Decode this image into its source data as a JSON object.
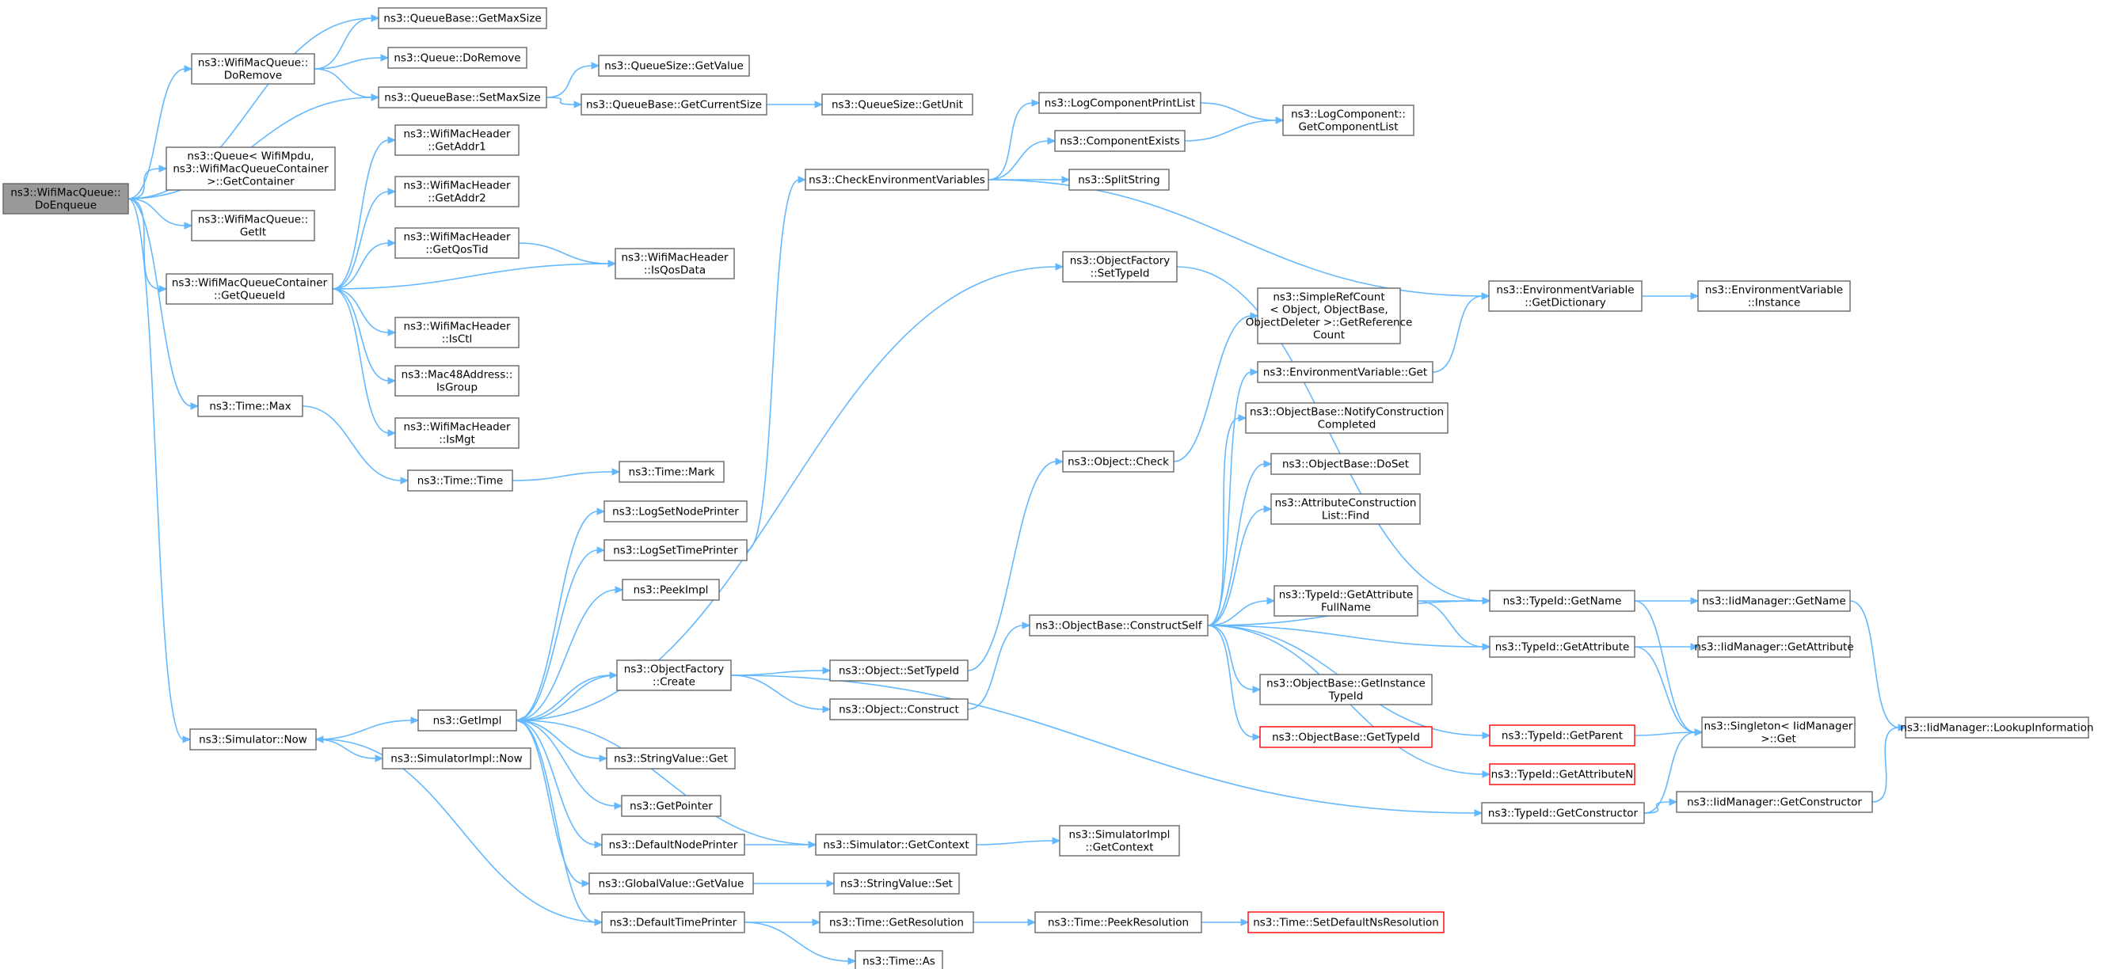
{
  "nodes": [
    {
      "id": "root",
      "lines": [
        "ns3::WifiMacQueue::",
        "DoEnqueue"
      ],
      "style": "root"
    },
    {
      "id": "qb_getmaxsize",
      "lines": [
        "ns3::QueueBase::GetMaxSize"
      ]
    },
    {
      "id": "wmq_doremove",
      "lines": [
        "ns3::WifiMacQueue::",
        "DoRemove"
      ]
    },
    {
      "id": "q_doremove",
      "lines": [
        "ns3::Queue::DoRemove"
      ]
    },
    {
      "id": "qs_getvalue",
      "lines": [
        "ns3::QueueSize::GetValue"
      ]
    },
    {
      "id": "qb_setmaxsize",
      "lines": [
        "ns3::QueueBase::SetMaxSize"
      ]
    },
    {
      "id": "qb_getcurrentsize",
      "lines": [
        "ns3::QueueBase::GetCurrentSize"
      ]
    },
    {
      "id": "qs_getunit",
      "lines": [
        "ns3::QueueSize::GetUnit"
      ]
    },
    {
      "id": "lc_printlist",
      "lines": [
        "ns3::LogComponentPrintList"
      ]
    },
    {
      "id": "lc_getlist",
      "lines": [
        "ns3::LogComponent::",
        "GetComponentList"
      ]
    },
    {
      "id": "compexists",
      "lines": [
        "ns3::ComponentExists"
      ]
    },
    {
      "id": "checkenv",
      "lines": [
        "ns3::CheckEnvironmentVariables"
      ]
    },
    {
      "id": "splitstring",
      "lines": [
        "ns3::SplitString"
      ]
    },
    {
      "id": "wmh_getaddr1",
      "lines": [
        "ns3::WifiMacHeader",
        "::GetAddr1"
      ]
    },
    {
      "id": "q_getcontainer",
      "lines": [
        "ns3::Queue< WifiMpdu,",
        "ns3::WifiMacQueueContainer",
        ">::GetContainer"
      ]
    },
    {
      "id": "wmh_getaddr2",
      "lines": [
        "ns3::WifiMacHeader",
        "::GetAddr2"
      ]
    },
    {
      "id": "wmq_getit",
      "lines": [
        "ns3::WifiMacQueue::",
        "GetIt"
      ]
    },
    {
      "id": "wmh_getqostid",
      "lines": [
        "ns3::WifiMacHeader",
        "::GetQosTid"
      ]
    },
    {
      "id": "wmh_isqosdata",
      "lines": [
        "ns3::WifiMacHeader",
        "::IsQosData"
      ]
    },
    {
      "id": "of_settypeid",
      "lines": [
        "ns3::ObjectFactory",
        "::SetTypeId"
      ]
    },
    {
      "id": "ev_getdict",
      "lines": [
        "ns3::EnvironmentVariable",
        "::GetDictionary"
      ]
    },
    {
      "id": "ev_instance",
      "lines": [
        "ns3::EnvironmentVariable",
        "::Instance"
      ]
    },
    {
      "id": "wmqc_getqueueid",
      "lines": [
        "ns3::WifiMacQueueContainer",
        "::GetQueueId"
      ]
    },
    {
      "id": "srf_getrefcount",
      "lines": [
        "ns3::SimpleRefCount",
        "< Object, ObjectBase,",
        "ObjectDeleter >::GetReference",
        "Count"
      ]
    },
    {
      "id": "wmh_isctl",
      "lines": [
        "ns3::WifiMacHeader",
        "::IsCtl"
      ]
    },
    {
      "id": "ev_get",
      "lines": [
        "ns3::EnvironmentVariable::Get"
      ]
    },
    {
      "id": "mac48_isgroup",
      "lines": [
        "ns3::Mac48Address::",
        "IsGroup"
      ]
    },
    {
      "id": "time_max",
      "lines": [
        "ns3::Time::Max"
      ]
    },
    {
      "id": "ob_notify",
      "lines": [
        "ns3::ObjectBase::NotifyConstruction",
        "Completed"
      ]
    },
    {
      "id": "wmh_ismgt",
      "lines": [
        "ns3::WifiMacHeader",
        "::IsMgt"
      ]
    },
    {
      "id": "obj_check",
      "lines": [
        "ns3::Object::Check"
      ]
    },
    {
      "id": "ob_doset",
      "lines": [
        "ns3::ObjectBase::DoSet"
      ]
    },
    {
      "id": "time_mark",
      "lines": [
        "ns3::Time::Mark"
      ]
    },
    {
      "id": "time_time",
      "lines": [
        "ns3::Time::Time"
      ]
    },
    {
      "id": "logsetnodeprinter",
      "lines": [
        "ns3::LogSetNodePrinter"
      ]
    },
    {
      "id": "acl_find",
      "lines": [
        "ns3::AttributeConstruction",
        "List::Find"
      ]
    },
    {
      "id": "logsettimeprinter",
      "lines": [
        "ns3::LogSetTimePrinter"
      ]
    },
    {
      "id": "peekimpl",
      "lines": [
        "ns3::PeekImpl"
      ]
    },
    {
      "id": "tid_getattrfullname",
      "lines": [
        "ns3::TypeId::GetAttribute",
        "FullName"
      ]
    },
    {
      "id": "tid_getname",
      "lines": [
        "ns3::TypeId::GetName"
      ]
    },
    {
      "id": "iid_getname",
      "lines": [
        "ns3::IidManager::GetName"
      ]
    },
    {
      "id": "ob_constructself",
      "lines": [
        "ns3::ObjectBase::ConstructSelf"
      ]
    },
    {
      "id": "tid_getattribute",
      "lines": [
        "ns3::TypeId::GetAttribute"
      ]
    },
    {
      "id": "iid_getattribute",
      "lines": [
        "ns3::IidManager::GetAttribute"
      ]
    },
    {
      "id": "of_create",
      "lines": [
        "ns3::ObjectFactory",
        "::Create"
      ]
    },
    {
      "id": "obj_settypeid",
      "lines": [
        "ns3::Object::SetTypeId"
      ]
    },
    {
      "id": "ob_getinstancetypeid",
      "lines": [
        "ns3::ObjectBase::GetInstance",
        "TypeId"
      ]
    },
    {
      "id": "obj_construct",
      "lines": [
        "ns3::Object::Construct"
      ]
    },
    {
      "id": "getimpl",
      "lines": [
        "ns3::GetImpl"
      ]
    },
    {
      "id": "singleton_get",
      "lines": [
        "ns3::Singleton< IidManager",
        ">::Get"
      ]
    },
    {
      "id": "iid_lookupinfo",
      "lines": [
        "ns3::IidManager::LookupInformation"
      ]
    },
    {
      "id": "tid_getparent",
      "lines": [
        "ns3::TypeId::GetParent"
      ],
      "style": "trunc"
    },
    {
      "id": "ob_gettypeid",
      "lines": [
        "ns3::ObjectBase::GetTypeId"
      ],
      "style": "trunc"
    },
    {
      "id": "sim_now",
      "lines": [
        "ns3::Simulator::Now"
      ]
    },
    {
      "id": "stringvalue_get",
      "lines": [
        "ns3::StringValue::Get"
      ]
    },
    {
      "id": "simimpl_now",
      "lines": [
        "ns3::SimulatorImpl::Now"
      ]
    },
    {
      "id": "tid_getattributen",
      "lines": [
        "ns3::TypeId::GetAttributeN"
      ],
      "style": "trunc"
    },
    {
      "id": "getpointer",
      "lines": [
        "ns3::GetPointer"
      ]
    },
    {
      "id": "iid_getconstructor",
      "lines": [
        "ns3::IidManager::GetConstructor"
      ]
    },
    {
      "id": "tid_getconstructor",
      "lines": [
        "ns3::TypeId::GetConstructor"
      ]
    },
    {
      "id": "defaultnodeprinter",
      "lines": [
        "ns3::DefaultNodePrinter"
      ]
    },
    {
      "id": "sim_getcontext",
      "lines": [
        "ns3::Simulator::GetContext"
      ]
    },
    {
      "id": "simimpl_getcontext",
      "lines": [
        "ns3::SimulatorImpl",
        "::GetContext"
      ]
    },
    {
      "id": "gv_getvalue",
      "lines": [
        "ns3::GlobalValue::GetValue"
      ]
    },
    {
      "id": "stringvalue_set",
      "lines": [
        "ns3::StringValue::Set"
      ]
    },
    {
      "id": "defaulttimeprinter",
      "lines": [
        "ns3::DefaultTimePrinter"
      ]
    },
    {
      "id": "time_getresolution",
      "lines": [
        "ns3::Time::GetResolution"
      ]
    },
    {
      "id": "time_peekresolution",
      "lines": [
        "ns3::Time::PeekResolution"
      ]
    },
    {
      "id": "time_setdefaultns",
      "lines": [
        "ns3::Time::SetDefaultNsResolution"
      ],
      "style": "trunc"
    },
    {
      "id": "time_as",
      "lines": [
        "ns3::Time::As"
      ]
    }
  ],
  "edges": [
    [
      "root",
      "qb_getmaxsize"
    ],
    [
      "root",
      "wmq_doremove"
    ],
    [
      "root",
      "qb_setmaxsize"
    ],
    [
      "root",
      "q_getcontainer"
    ],
    [
      "root",
      "wmq_getit"
    ],
    [
      "root",
      "wmqc_getqueueid"
    ],
    [
      "root",
      "time_max"
    ],
    [
      "root",
      "sim_now"
    ],
    [
      "wmq_doremove",
      "qb_getmaxsize"
    ],
    [
      "wmq_doremove",
      "q_doremove"
    ],
    [
      "wmq_doremove",
      "qb_setmaxsize"
    ],
    [
      "qb_setmaxsize",
      "qs_getvalue"
    ],
    [
      "qb_setmaxsize",
      "qb_getcurrentsize"
    ],
    [
      "qb_getcurrentsize",
      "qs_getunit"
    ],
    [
      "checkenv",
      "lc_printlist"
    ],
    [
      "checkenv",
      "compexists"
    ],
    [
      "checkenv",
      "splitstring"
    ],
    [
      "checkenv",
      "ev_getdict"
    ],
    [
      "lc_printlist",
      "lc_getlist"
    ],
    [
      "compexists",
      "lc_getlist"
    ],
    [
      "wmqc_getqueueid",
      "wmh_getaddr1"
    ],
    [
      "wmqc_getqueueid",
      "wmh_getaddr2"
    ],
    [
      "wmqc_getqueueid",
      "wmh_getqostid"
    ],
    [
      "wmqc_getqueueid",
      "wmh_isqosdata"
    ],
    [
      "wmqc_getqueueid",
      "wmh_isctl"
    ],
    [
      "wmqc_getqueueid",
      "mac48_isgroup"
    ],
    [
      "wmqc_getqueueid",
      "wmh_ismgt"
    ],
    [
      "wmh_getqostid",
      "wmh_isqosdata"
    ],
    [
      "ev_getdict",
      "ev_instance"
    ],
    [
      "ev_get",
      "ev_getdict"
    ],
    [
      "of_settypeid",
      "tid_getname"
    ],
    [
      "time_max",
      "time_time"
    ],
    [
      "time_time",
      "time_mark"
    ],
    [
      "obj_check",
      "srf_getrefcount"
    ],
    [
      "obj_settypeid",
      "obj_check"
    ],
    [
      "obj_construct",
      "ob_constructself"
    ],
    [
      "ob_constructself",
      "ev_get"
    ],
    [
      "ob_constructself",
      "ob_notify"
    ],
    [
      "ob_constructself",
      "ob_doset"
    ],
    [
      "ob_constructself",
      "acl_find"
    ],
    [
      "ob_constructself",
      "tid_getname"
    ],
    [
      "ob_constructself",
      "tid_getattrfullname"
    ],
    [
      "ob_constructself",
      "tid_getattribute"
    ],
    [
      "ob_constructself",
      "ob_getinstancetypeid"
    ],
    [
      "ob_constructself",
      "ob_gettypeid"
    ],
    [
      "ob_constructself",
      "tid_getparent"
    ],
    [
      "ob_constructself",
      "tid_getattributen"
    ],
    [
      "tid_getattrfullname",
      "tid_getname"
    ],
    [
      "tid_getattrfullname",
      "tid_getattribute"
    ],
    [
      "tid_getname",
      "iid_getname"
    ],
    [
      "tid_getname",
      "singleton_get"
    ],
    [
      "tid_getattribute",
      "iid_getattribute"
    ],
    [
      "tid_getattribute",
      "singleton_get"
    ],
    [
      "tid_getparent",
      "singleton_get"
    ],
    [
      "tid_getconstructor",
      "singleton_get"
    ],
    [
      "tid_getconstructor",
      "iid_getconstructor"
    ],
    [
      "iid_getname",
      "iid_lookupinfo"
    ],
    [
      "iid_getconstructor",
      "iid_lookupinfo"
    ],
    [
      "of_create",
      "obj_settypeid"
    ],
    [
      "of_create",
      "obj_construct"
    ],
    [
      "of_create",
      "tid_getconstructor"
    ],
    [
      "of_create",
      "getimpl"
    ],
    [
      "getimpl",
      "logsetnodeprinter"
    ],
    [
      "getimpl",
      "logsettimeprinter"
    ],
    [
      "getimpl",
      "peekimpl"
    ],
    [
      "getimpl",
      "of_settypeid"
    ],
    [
      "getimpl",
      "of_create"
    ],
    [
      "getimpl",
      "stringvalue_get"
    ],
    [
      "getimpl",
      "getpointer"
    ],
    [
      "getimpl",
      "defaultnodeprinter"
    ],
    [
      "getimpl",
      "gv_getvalue"
    ],
    [
      "getimpl",
      "defaulttimeprinter"
    ],
    [
      "logsettimeprinter",
      "checkenv"
    ],
    [
      "sim_now",
      "getimpl"
    ],
    [
      "sim_now",
      "simimpl_now"
    ],
    [
      "defaultnodeprinter",
      "sim_getcontext"
    ],
    [
      "sim_getcontext",
      "simimpl_getcontext"
    ],
    [
      "sim_getcontext",
      "getimpl"
    ],
    [
      "gv_getvalue",
      "stringvalue_set"
    ],
    [
      "defaulttimeprinter",
      "sim_now"
    ],
    [
      "defaulttimeprinter",
      "time_getresolution"
    ],
    [
      "defaulttimeprinter",
      "time_as"
    ],
    [
      "time_getresolution",
      "time_peekresolution"
    ],
    [
      "time_peekresolution",
      "time_setdefaultns"
    ]
  ]
}
